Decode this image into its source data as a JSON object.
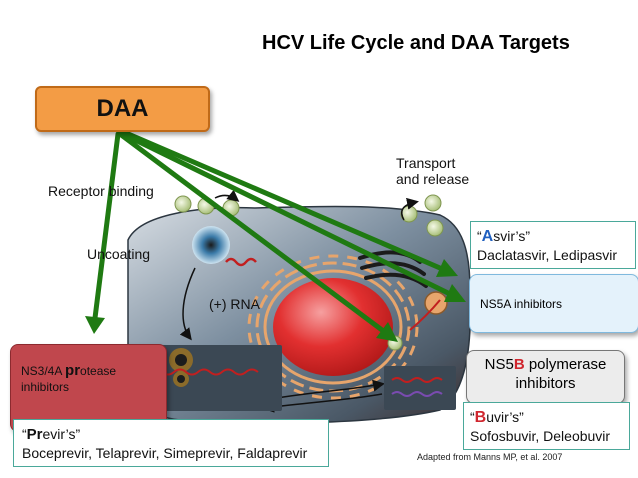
{
  "title": "HCV Life Cycle and DAA Targets",
  "daa_label": "DAA",
  "steps": {
    "receptor_binding": "Receptor binding",
    "uncoating": "Uncoating",
    "rna": "(+) RNA",
    "transport_line1": "Transport",
    "transport_line2": "and release"
  },
  "asvir": {
    "open_quote": "“",
    "initial": "A",
    "rest": "svir’s”",
    "drugs": "Daclatasvir, Ledipasvir"
  },
  "ns5a": {
    "label": "NS5A inhibitors"
  },
  "ns5b": {
    "prefix": "NS5",
    "letter": "B",
    "suffix": " polymerase",
    "line2": "inhibitors"
  },
  "buvir": {
    "open_quote": "“",
    "initial": "B",
    "rest": "uvir’s”",
    "drugs": "Sofosbuvir, Deleobuvir"
  },
  "ns34a": {
    "prefix": "NS3/4A ",
    "bold": "pr",
    "suffix": "otease",
    "line2": "inhibitors"
  },
  "previr": {
    "open_quote": "“",
    "bold": "Pr",
    "rest": "evir’s”",
    "drugs": "Boceprevir, Telaprevir, Simeprevir, Faldaprevir"
  },
  "credit": "Adapted from Manns MP, et al. 2007",
  "colors": {
    "arrow": "#1f7a12",
    "daa_box": "#f39c45",
    "ns34a_box": "#c0474d",
    "ns5a_box": "#e4f2fb",
    "ns5b_box": "#ececec",
    "cell": "#5a6f80",
    "nucleus": "#e23030"
  }
}
